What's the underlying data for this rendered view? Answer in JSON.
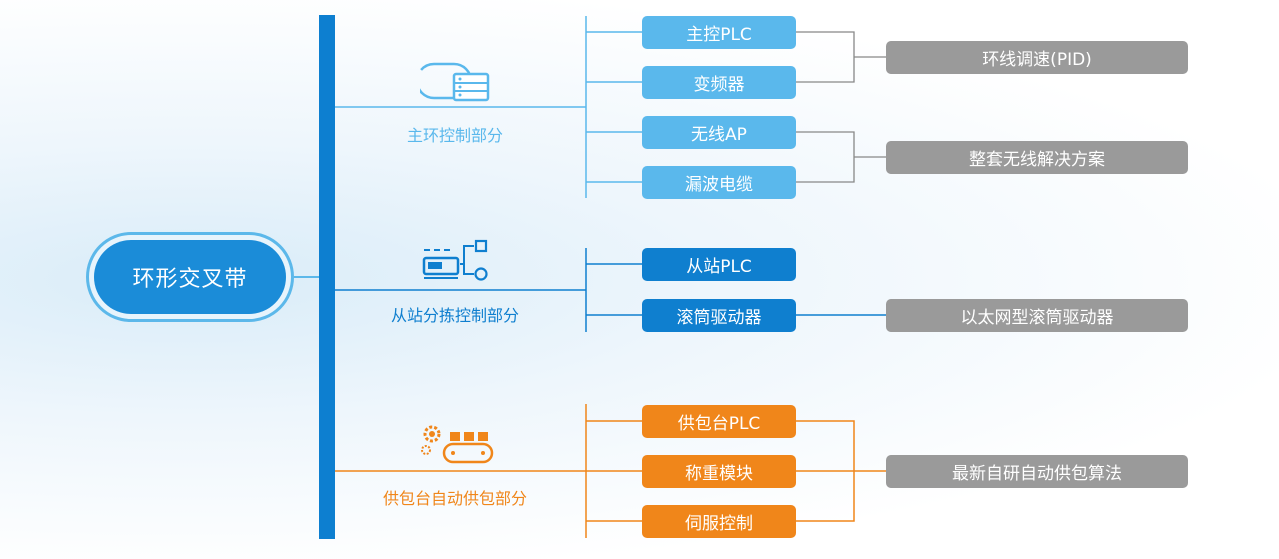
{
  "root": {
    "label": "环形交叉带"
  },
  "sections": [
    {
      "label": "主环控制部分",
      "color": "#5ab8ec",
      "icon": "server-icon",
      "items": [
        "主控PLC",
        "变频器",
        "无线AP",
        "漏波电缆"
      ]
    },
    {
      "label": "从站分拣控制部分",
      "color": "#0f7fcf",
      "icon": "sorting-station-icon",
      "items": [
        "从站PLC",
        "滚筒驱动器"
      ]
    },
    {
      "label": "供包台自动供包部分",
      "color": "#f0861a",
      "icon": "conveyor-gear-icon",
      "items": [
        "供包台PLC",
        "称重模块",
        "伺服控制"
      ]
    }
  ],
  "results": [
    "环线调速(PID)",
    "整套无线解决方案",
    "以太网型滚筒驱动器",
    "最新自研自动供包算法"
  ],
  "colors": {
    "result_gray": "#9a9a9a",
    "spine": "#0d7fd0"
  }
}
